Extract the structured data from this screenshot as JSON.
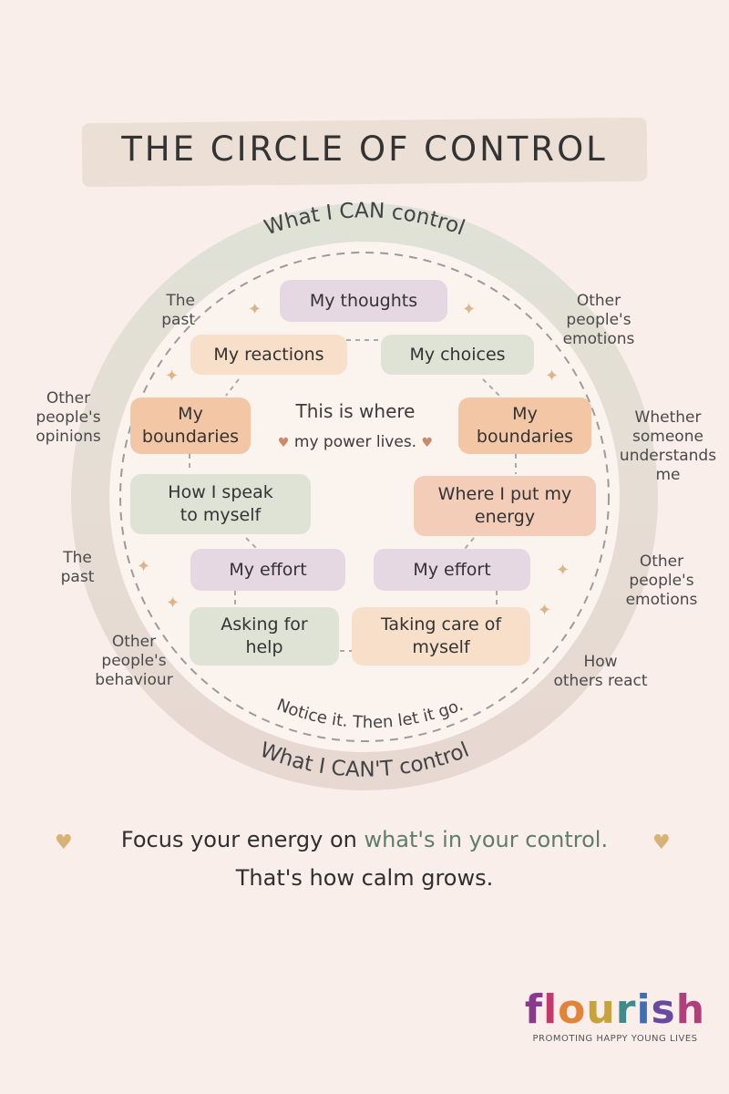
{
  "title": "THE CIRCLE OF CONTROL",
  "ring": {
    "top_label": "What I CAN control",
    "bottom_label": "What I CAN'T control",
    "inner_caption": "Notice it. Then let it go."
  },
  "center": {
    "line1": "This is where",
    "line2": "my power lives."
  },
  "can_control": [
    {
      "label": "My thoughts"
    },
    {
      "label": "My reactions"
    },
    {
      "label": "My choices"
    },
    {
      "label": "My\nboundaries"
    },
    {
      "label": "My\nboundaries"
    },
    {
      "label": "How I speak\nto myself"
    },
    {
      "label": "Where I put my\nenergy"
    },
    {
      "label": "My effort"
    },
    {
      "label": "My effort"
    },
    {
      "label": "Asking for\nhelp"
    },
    {
      "label": "Taking care of\nmyself"
    }
  ],
  "cant_control": [
    {
      "label": "The\npast"
    },
    {
      "label": "Other\npeople's\nopinions"
    },
    {
      "label": "The\npast"
    },
    {
      "label": "Other\npeople's\nbehaviour"
    },
    {
      "label": "Other\npeople's\nemotions"
    },
    {
      "label": "Whether\nsomeone\nunderstands\nme"
    },
    {
      "label": "Other\npeople's\nemotions"
    },
    {
      "label": "How\nothers react"
    }
  ],
  "footer": {
    "line1_start": "Focus your energy on ",
    "line1_accent": "what's in your control.",
    "line2": "That's how calm grows."
  },
  "brand": {
    "letters": [
      "f",
      "l",
      "o",
      "u",
      "r",
      "i",
      "s",
      "h"
    ],
    "tagline": "PROMOTING HAPPY YOUNG LIVES"
  },
  "colors": {
    "background": "#f9eee9",
    "outer_ring": "#e4ddd3",
    "inner_circle": "#fbf3ee",
    "accent_green": "#5f7d6a",
    "heart": "#d8b276"
  }
}
